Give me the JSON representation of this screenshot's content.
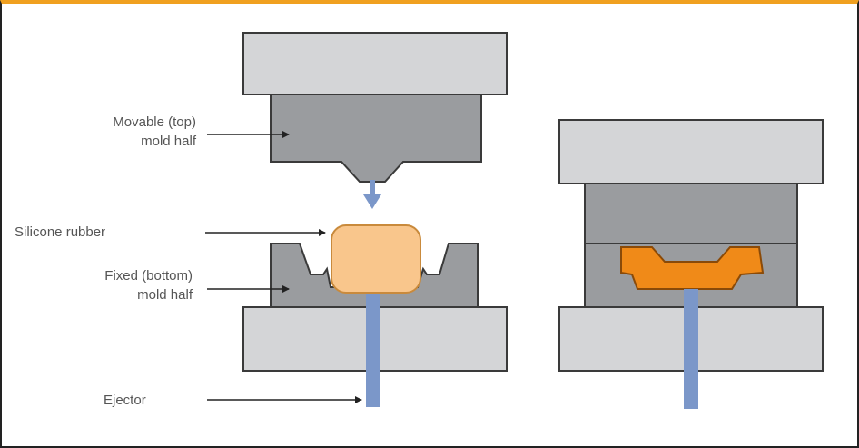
{
  "labels": {
    "movable_line1": "Movable (top)",
    "movable_line2": "mold half",
    "silicone": "Silicone rubber",
    "fixed_line1": "Fixed (bottom)",
    "fixed_line2": "mold half",
    "ejector": "Ejector"
  },
  "colors": {
    "plate": "#d4d5d7",
    "mold": "#9a9c9f",
    "outline": "#3a3a3a",
    "ejector": "#7b97c9",
    "rubber_raw": "#f9c68c",
    "rubber_raw_stroke": "#c98a3c",
    "rubber_molded": "#f08a18",
    "border_top": "#f0a020"
  }
}
